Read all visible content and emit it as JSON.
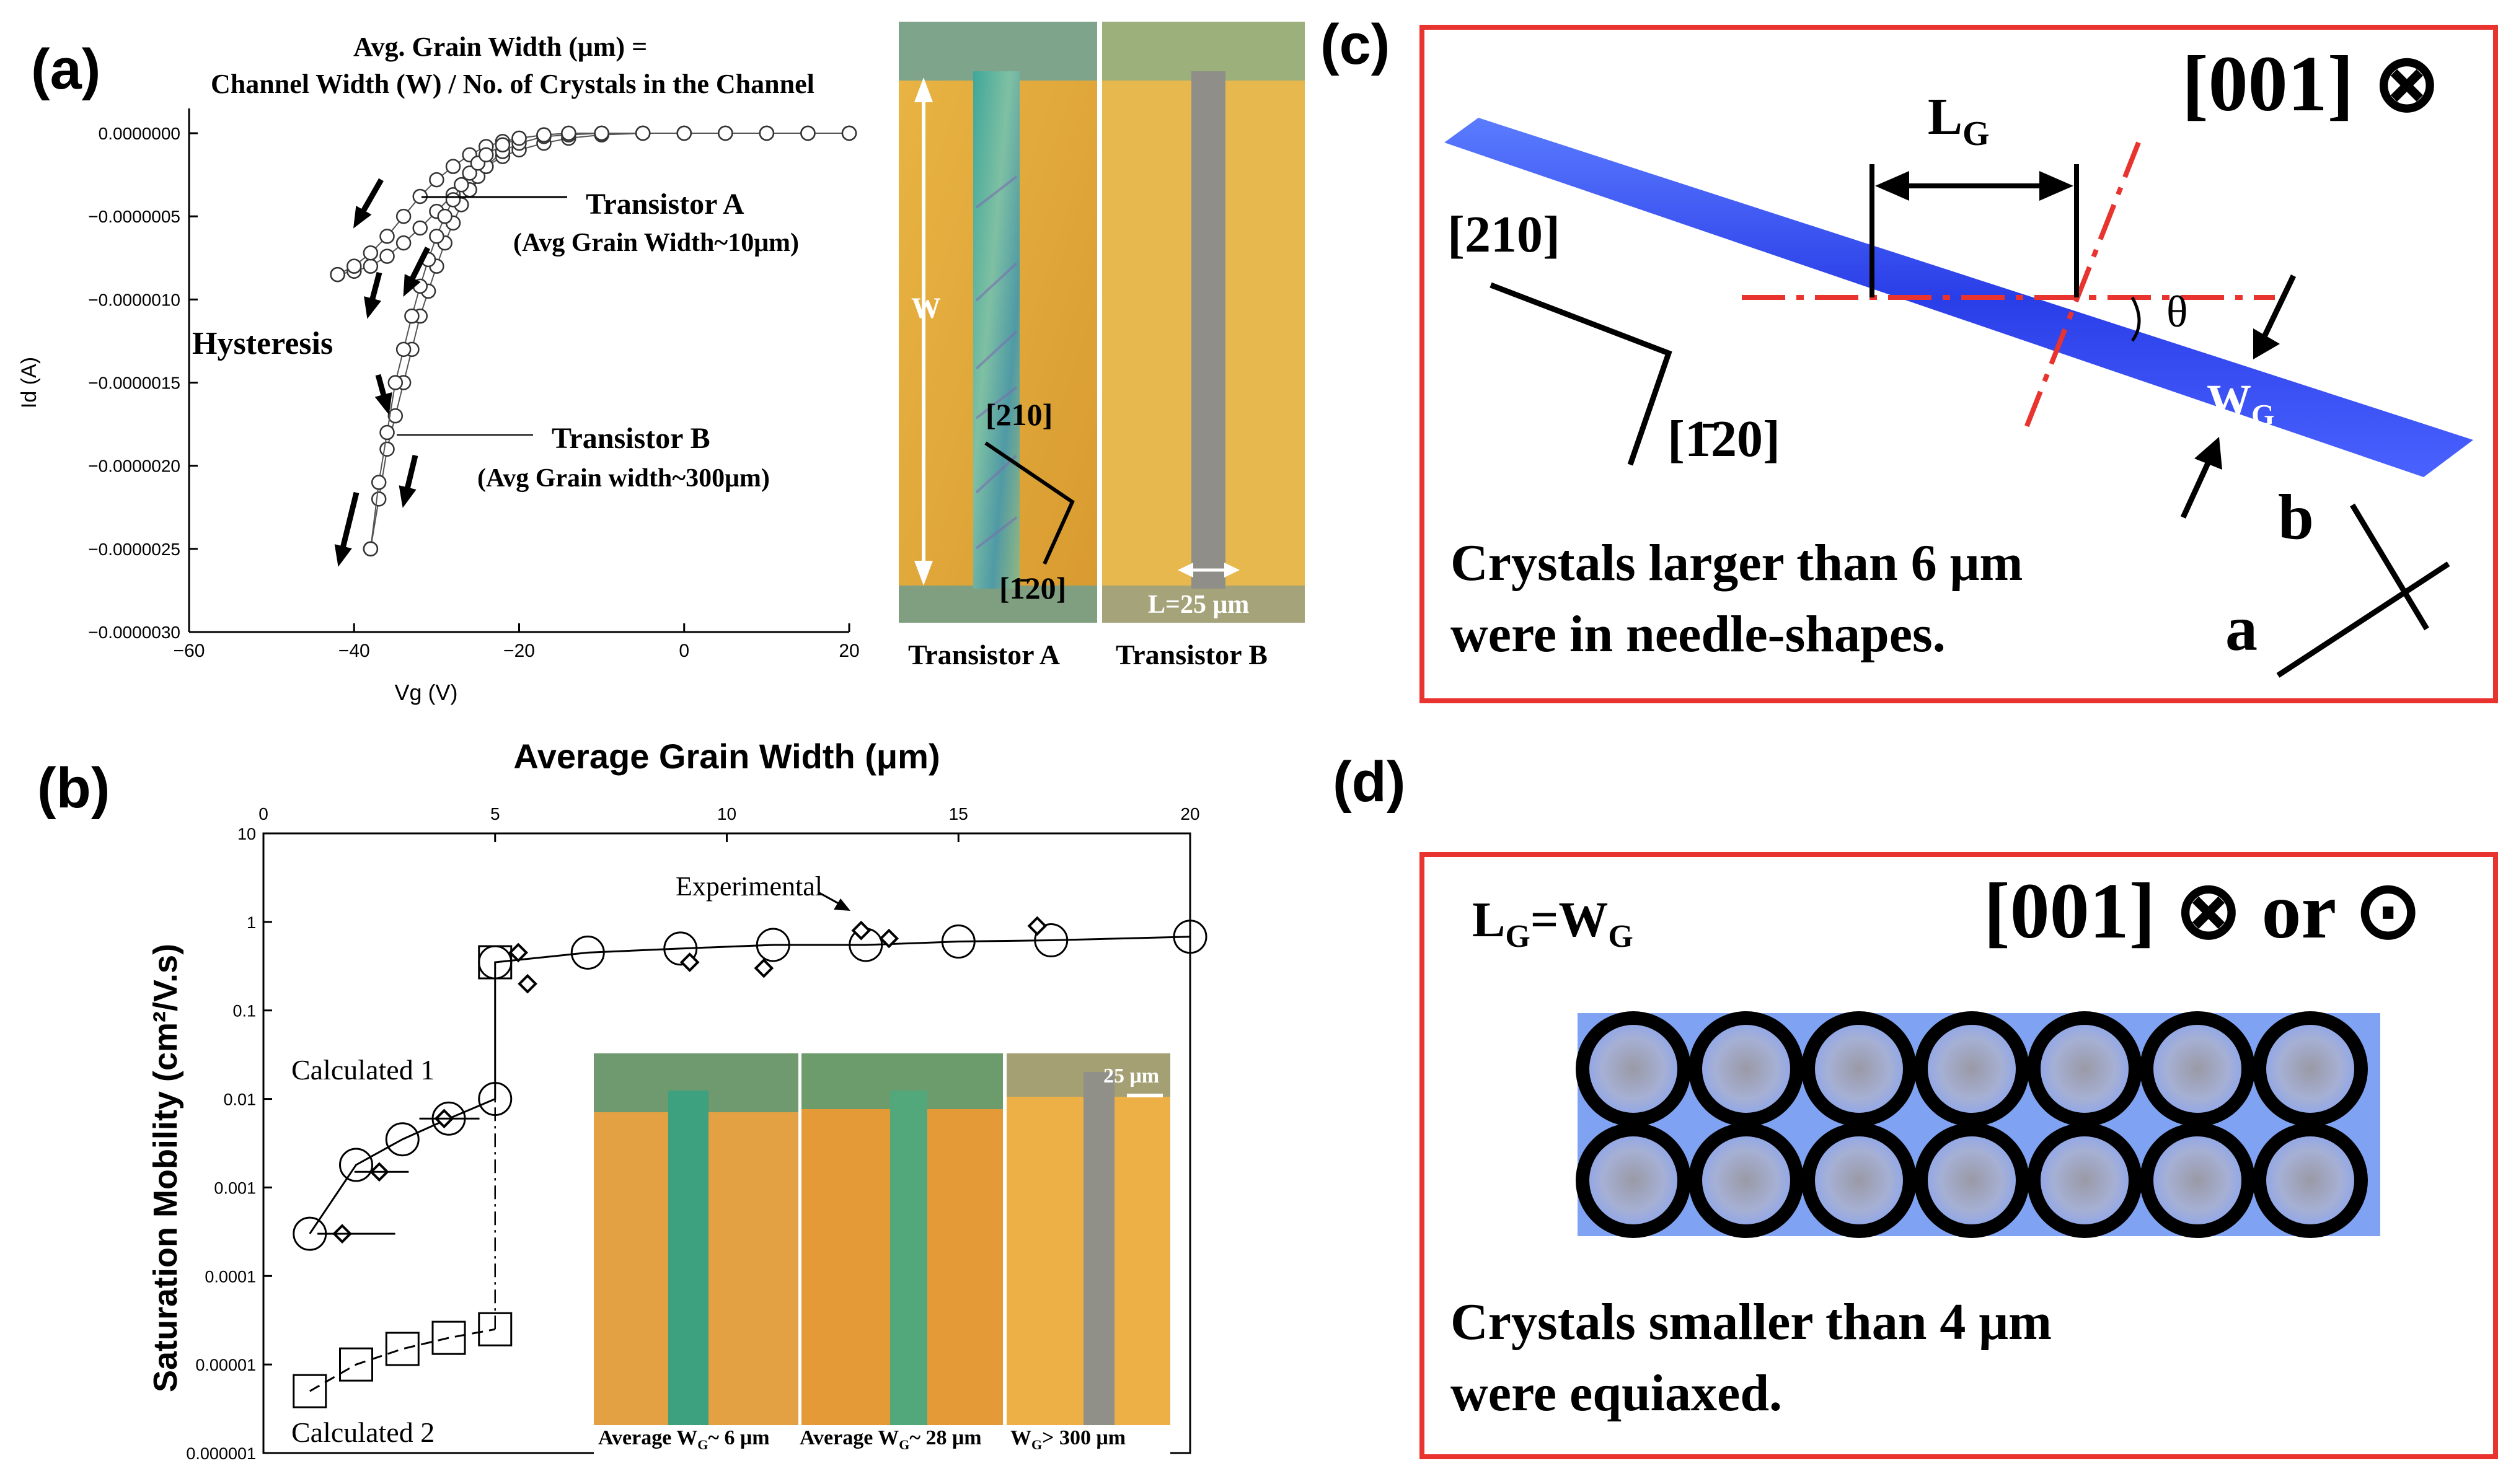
{
  "panels": {
    "a": "(a)",
    "b": "(b)",
    "c": "(c)",
    "d": "(d)"
  },
  "panel_a": {
    "formula_line1": "Avg. Grain Width (μm) =",
    "formula_line2": "Channel Width (W) / No. of Crystals in the Channel",
    "transistor_a_title": "Transistor A",
    "transistor_a_sub": "(Avg Grain Width~10μm)",
    "transistor_b_title": "Transistor B",
    "transistor_b_sub": "(Avg Grain width~300μm)",
    "hysteresis": "Hysteresis",
    "micro_w": "W",
    "micro_dir1": "[210]",
    "micro_dir2": "[1̄20]",
    "micro_len": "L=25 μm",
    "caption_a": "Transistor A",
    "caption_b": "Transistor B"
  },
  "panel_b": {
    "experimental": "Experimental",
    "calc1": "Calculated 1",
    "calc2": "Calculated 2",
    "inset_scale": "25 μm",
    "inset_cap1": "Average W",
    "inset_cap1_sub": "G",
    "inset_cap1_val": "~ 6 μm",
    "inset_cap2": "Average W",
    "inset_cap2_sub": "G",
    "inset_cap2_val": "~ 28 μm",
    "inset_cap3": "W",
    "inset_cap3_sub": "G",
    "inset_cap3_val": "> 300 μm"
  },
  "panel_c": {
    "zone": "[001] ⊗",
    "lg": "L",
    "lg_sub": "G",
    "dir210": "[210]",
    "dir120": "[1̄20]",
    "theta": "θ",
    "wg": "W",
    "wg_sub": "G",
    "b": "b",
    "a": "a",
    "text1": "Crystals larger than 6 μm",
    "text2": "were in needle-shapes."
  },
  "panel_d": {
    "lgwg": "L",
    "lgwg_sub1": "G",
    "lgwg_eq": "=W",
    "lgwg_sub2": "G",
    "zone": "[001] ⊗ or ⊙",
    "text1": "Crystals smaller than 4 μm",
    "text2": "were equiaxed."
  },
  "chart_data": [
    {
      "type": "line",
      "panel": "a",
      "xlabel": "Vg (V)",
      "ylabel": "Id (A)",
      "xlim": [
        -60,
        20
      ],
      "ylim": [
        -3e-06,
        0
      ],
      "xticks": [
        "-60",
        "-40",
        "-20",
        "0",
        "20"
      ],
      "yticks": [
        "0.0000000",
        "-0.0000005",
        "-0.0000010",
        "-0.0000015",
        "-0.0000020",
        "-0.0000025",
        "-0.0000030"
      ],
      "series": [
        {
          "x": [
            -42,
            -40,
            -38,
            -36,
            -34,
            -32,
            -30,
            -28,
            -26,
            -24,
            -22,
            -20,
            -17,
            -14,
            -10,
            -5,
            0,
            5,
            10,
            15,
            20
          ],
          "y": [
            -8.5e-07,
            -8.3e-07,
            -8e-07,
            -7.4e-07,
            -6.6e-07,
            -5.7e-07,
            -4.7e-07,
            -3.7e-07,
            -2.8e-07,
            -2e-07,
            -1.4e-07,
            -1e-07,
            -6e-08,
            -3e-08,
            -1e-08,
            0,
            0,
            0,
            0,
            0,
            0
          ]
        },
        {
          "x": [
            -42,
            -40,
            -38,
            -36,
            -34,
            -32,
            -30,
            -28,
            -26,
            -24,
            -22,
            -20,
            -17,
            -14,
            -10,
            -5,
            0,
            5,
            10,
            15,
            20
          ],
          "y": [
            -8.5e-07,
            -8e-07,
            -7.2e-07,
            -6.2e-07,
            -5e-07,
            -3.8e-07,
            -2.8e-07,
            -2e-07,
            -1.3e-07,
            -8e-08,
            -5e-08,
            -3e-08,
            -1e-08,
            0,
            0,
            0,
            0,
            0,
            0,
            0,
            0
          ]
        },
        {
          "x": [
            -38,
            -37,
            -36,
            -35,
            -34,
            -33,
            -32,
            -31,
            -30,
            -29,
            -28,
            -27,
            -26,
            -25,
            -24,
            -22,
            -20,
            -17,
            -14,
            -10,
            -5,
            0,
            5,
            10,
            15,
            20
          ],
          "y": [
            -2.5e-06,
            -2.2e-06,
            -1.9e-06,
            -1.7e-06,
            -1.5e-06,
            -1.3e-06,
            -1.1e-06,
            -9.5e-07,
            -8e-07,
            -6.6e-07,
            -5.4e-07,
            -4.3e-07,
            -3.4e-07,
            -2.6e-07,
            -2e-07,
            -1.1e-07,
            -6e-08,
            -2e-08,
            -1e-08,
            0,
            0,
            0,
            0,
            0,
            0,
            0
          ]
        },
        {
          "x": [
            -38,
            -37,
            -36,
            -35,
            -34,
            -33,
            -32,
            -31,
            -30,
            -29,
            -28,
            -27,
            -26,
            -25,
            -24,
            -22,
            -20,
            -17,
            -14,
            -10,
            -5,
            0,
            5,
            10,
            15,
            20
          ],
          "y": [
            -2.5e-06,
            -2.1e-06,
            -1.8e-06,
            -1.5e-06,
            -1.3e-06,
            -1.1e-06,
            -9.2e-07,
            -7.6e-07,
            -6.2e-07,
            -5e-07,
            -4e-07,
            -3.1e-07,
            -2.4e-07,
            -1.8e-07,
            -1.3e-07,
            -7e-08,
            -3e-08,
            -1e-08,
            0,
            0,
            0,
            0,
            0,
            0,
            0,
            0
          ]
        }
      ]
    },
    {
      "type": "scatter",
      "panel": "b",
      "xlabel": "Average Grain Width (μm)",
      "ylabel": "Saturation Mobility (cm²/V.s)",
      "xlim": [
        0,
        20
      ],
      "ylim": [
        1e-06,
        10
      ],
      "yscale": "log",
      "xticks": [
        "0",
        "5",
        "10",
        "15",
        "20"
      ],
      "yticks": [
        "10",
        "1",
        "0.1",
        "0.01",
        "0.001",
        "0.0001",
        "0.00001",
        "0.000001"
      ],
      "series": [
        {
          "name": "Experimental",
          "marker": "diamond",
          "x": [
            1.7,
            2.5,
            3.9,
            5.5,
            5.7,
            9.2,
            10.8,
            12.9,
            13.5,
            16.7
          ],
          "y": [
            0.0003,
            0.0015,
            0.006,
            0.45,
            0.2,
            0.35,
            0.3,
            0.8,
            0.65,
            0.9
          ]
        },
        {
          "name": "Calculated 1",
          "marker": "circle",
          "x": [
            1,
            2,
            3,
            4,
            5,
            5,
            7,
            9,
            11,
            13,
            15,
            17,
            20
          ],
          "y": [
            0.0003,
            0.0018,
            0.0035,
            0.006,
            0.01,
            0.35,
            0.45,
            0.5,
            0.55,
            0.55,
            0.6,
            0.62,
            0.68
          ]
        },
        {
          "name": "Calculated 2",
          "marker": "square",
          "x": [
            1,
            2,
            3,
            4,
            5,
            5
          ],
          "y": [
            5e-06,
            1e-05,
            1.5e-05,
            2e-05,
            2.5e-05,
            0.35
          ]
        }
      ]
    }
  ]
}
